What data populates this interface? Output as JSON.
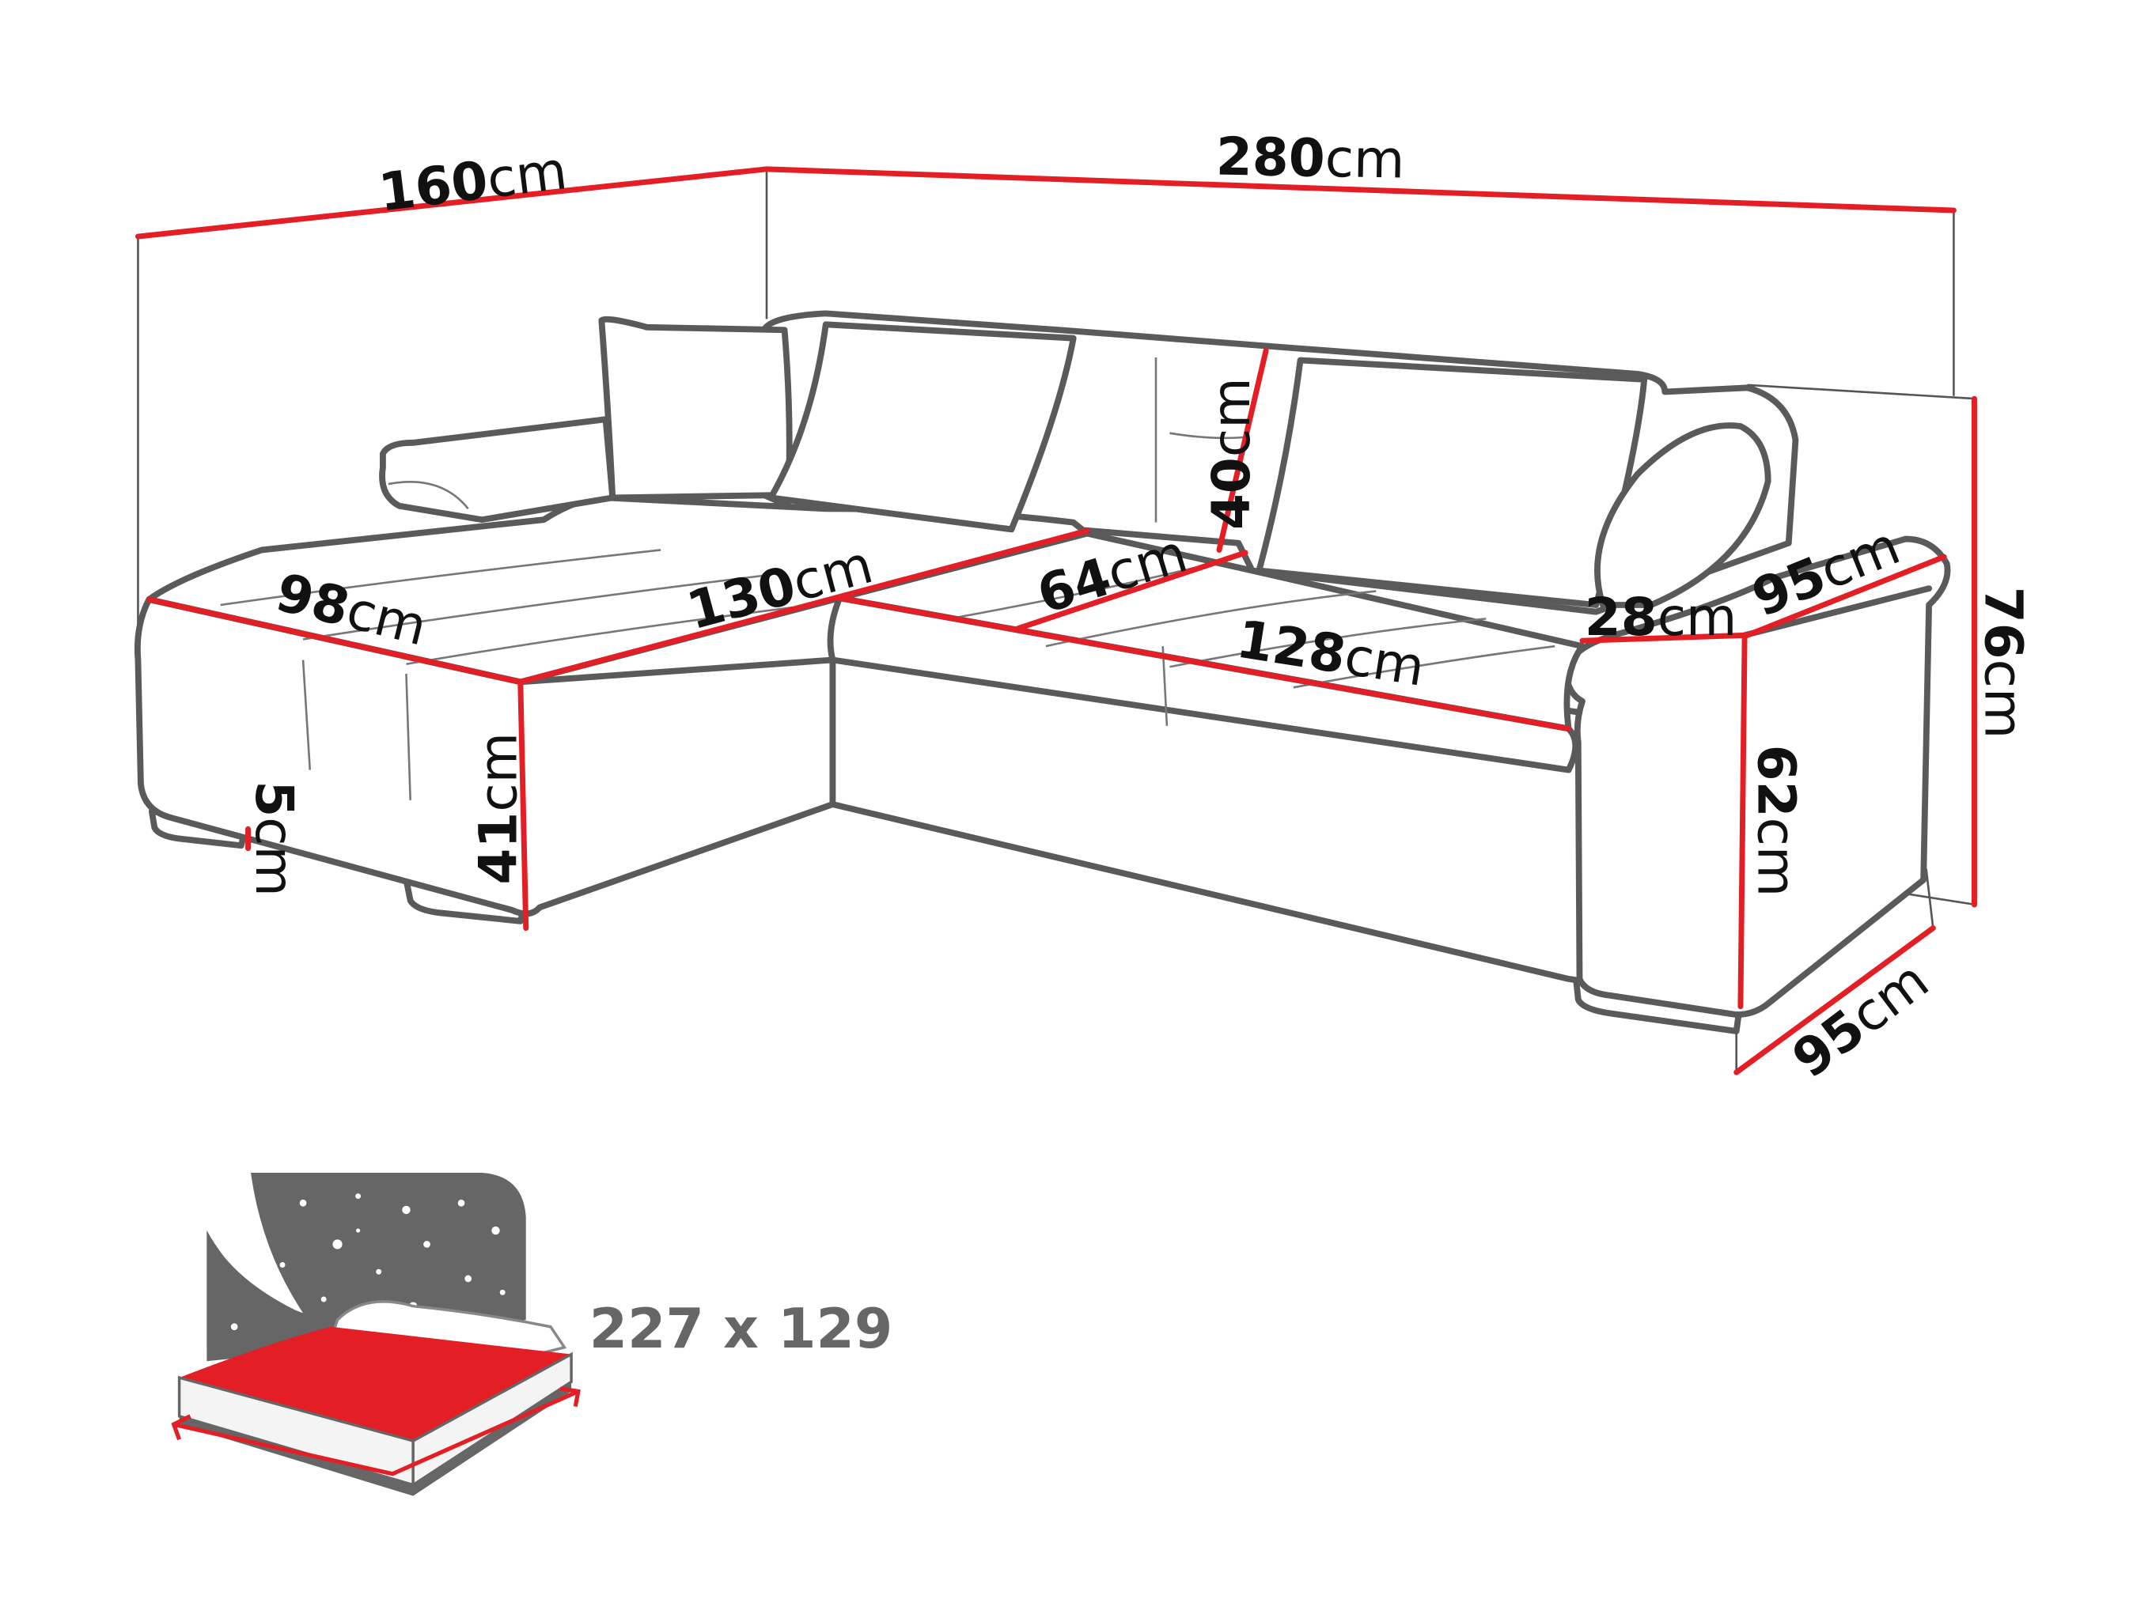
{
  "diagram": {
    "unit": "cm",
    "accent_color": "#e31e24",
    "outline_color": "#5a5a5a",
    "dimensions": {
      "total_depth_left": {
        "value": "160",
        "unit": "cm"
      },
      "total_width": {
        "value": "280",
        "unit": "cm"
      },
      "total_height": {
        "value": "76",
        "unit": "cm"
      },
      "backrest_height": {
        "value": "40",
        "unit": "cm"
      },
      "seat_depth_middle": {
        "value": "64",
        "unit": "cm"
      },
      "chaise_length": {
        "value": "130",
        "unit": "cm"
      },
      "chaise_width": {
        "value": "98",
        "unit": "cm"
      },
      "seat_width": {
        "value": "128",
        "unit": "cm"
      },
      "armrest_width": {
        "value": "28",
        "unit": "cm"
      },
      "armrest_depth": {
        "value": "95",
        "unit": "cm"
      },
      "armrest_height": {
        "value": "62",
        "unit": "cm"
      },
      "seat_height": {
        "value": "41",
        "unit": "cm"
      },
      "leg_height": {
        "value": "5",
        "unit": "cm"
      },
      "sofa_depth": {
        "value": "95",
        "unit": "cm"
      }
    },
    "sleeping_area": {
      "icon": "bed-night-icon",
      "label": "227 x 129"
    }
  }
}
